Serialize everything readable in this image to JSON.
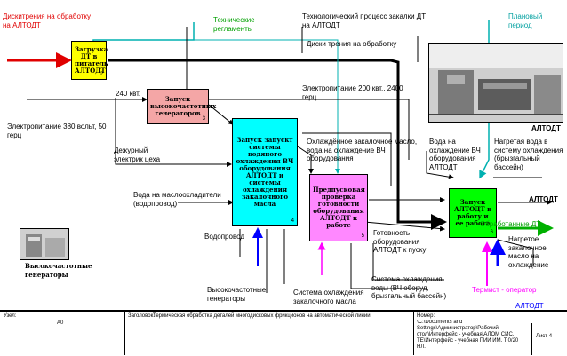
{
  "diagram": {
    "boxes": [
      {
        "label": "Загрузка ДТ в питатель АЛТОДТ",
        "num": "2",
        "color": "#ffff00"
      },
      {
        "label": "Запуск высокочастотных генераторов",
        "num": "3",
        "color": "#f4a6a6"
      },
      {
        "label": "Запуск запускт системы водяного охлаждения ВЧ оборудования АЛТОДТ и системы охлаждения закалочного масла",
        "num": "4",
        "color": "#00ffff"
      },
      {
        "label": "Предпусковая проверка готовности оборудования АЛТОДТ к работе",
        "num": "5",
        "color": "#ff88ff"
      },
      {
        "label": "Запуск АЛТОДТ в работу и ее работа",
        "num": "6",
        "color": "#00ff00"
      }
    ],
    "labels": {
      "discs_to_processing": "Дискитрения на обработку на АЛТОДТ",
      "tech_regs": "Технические регламенты",
      "tech_process": "Технологический процесс закалки ДТ на АЛТОДТ",
      "planned_period": "Плановый период",
      "discs_friction": "Диски трения на обработку",
      "power_240": "240 квт.",
      "power_380": "Электропитание 380 вольт, 50 герц",
      "power_200": "Электропитание 200 квт., 2400 герц",
      "alt_label": "АЛТОДТ",
      "cooled_oil": "Охлаждённое закалочное масло, вода на охлаждение ВЧ оборудования",
      "water_hf": "Вода на охлаждение ВЧ оборудования АЛТОДТ",
      "heated_water": "Нагретая вода в систему охлаждения (брызгальный бассейн)",
      "duty_electric": "Дежурный электрик цеха",
      "water_oil_cooler": "Вода на маслоохладители (водопровод)",
      "processed_dt": "Обработанные ДТ",
      "alt_right": "АЛТОДТ",
      "readiness": "Готовность оборудования АЛТОДТ к пуску",
      "water_pipe": "Водопровод",
      "heated_oil": "Нагретое закалочное масло на охлаждение",
      "hf_generators": "Высокочастотные генераторы",
      "hf_gen_caption": "Высокочастотные генераторы",
      "hf_gen_out": "Высокочастотные генераторы",
      "oil_cooling": "Система охлаждения закалочного масла",
      "water_cooling": "Система охлаждения воды (ВЧ оборуд, брызгальный бассейн)",
      "thermist": "Термист - оператор",
      "alt_bottom": "АЛТОДТ"
    }
  },
  "footer": {
    "node_label": "Узел:",
    "node_value": "A0",
    "title_label": "Заголовок:",
    "title_value": "Термическая обработка деталей многодисковых фрикционов на автоматической линии",
    "number_label": "Номер:",
    "number_value": "\\C:\\Documents and Settings\\Администратор\\Рабочий стол\\Интерфейс - учебная\\АЛОМ СИС. ТЕ\\Интерфейс - учебная ПИИ ИМ. Т.0/20 НЛ.",
    "page": "Лист  4"
  },
  "colors": {
    "red_arrow": "#e00000",
    "green_arrow": "#00b000",
    "blue_arrow": "#0000ff",
    "magenta_arrow": "#ff00ff",
    "cyan_arrow": "#00b0b0"
  }
}
